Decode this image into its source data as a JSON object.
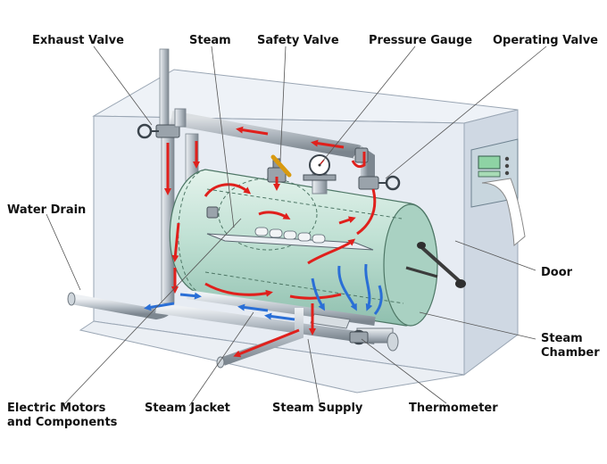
{
  "labels": {
    "exhaust_valve": "Exhaust Valve",
    "steam": "Steam",
    "safety_valve": "Safety Valve",
    "pressure_gauge": "Pressure Gauge",
    "operating_valve": "Operating Valve",
    "water_drain": "Water Drain",
    "door": "Door",
    "steam_chamber_1": "Steam",
    "steam_chamber_2": "Chamber",
    "electric_motors_1": "Electric Motors",
    "electric_motors_2": "and Components",
    "steam_jacket": "Steam Jacket",
    "steam_supply": "Steam Supply",
    "thermometer": "Thermometer"
  },
  "colors": {
    "flow_hot": "#e0201c",
    "flow_cold": "#2a6fd6",
    "cabinet": "#dfe6ef",
    "tank": "#bfe0d3",
    "pipe": "#b8c0c8"
  }
}
